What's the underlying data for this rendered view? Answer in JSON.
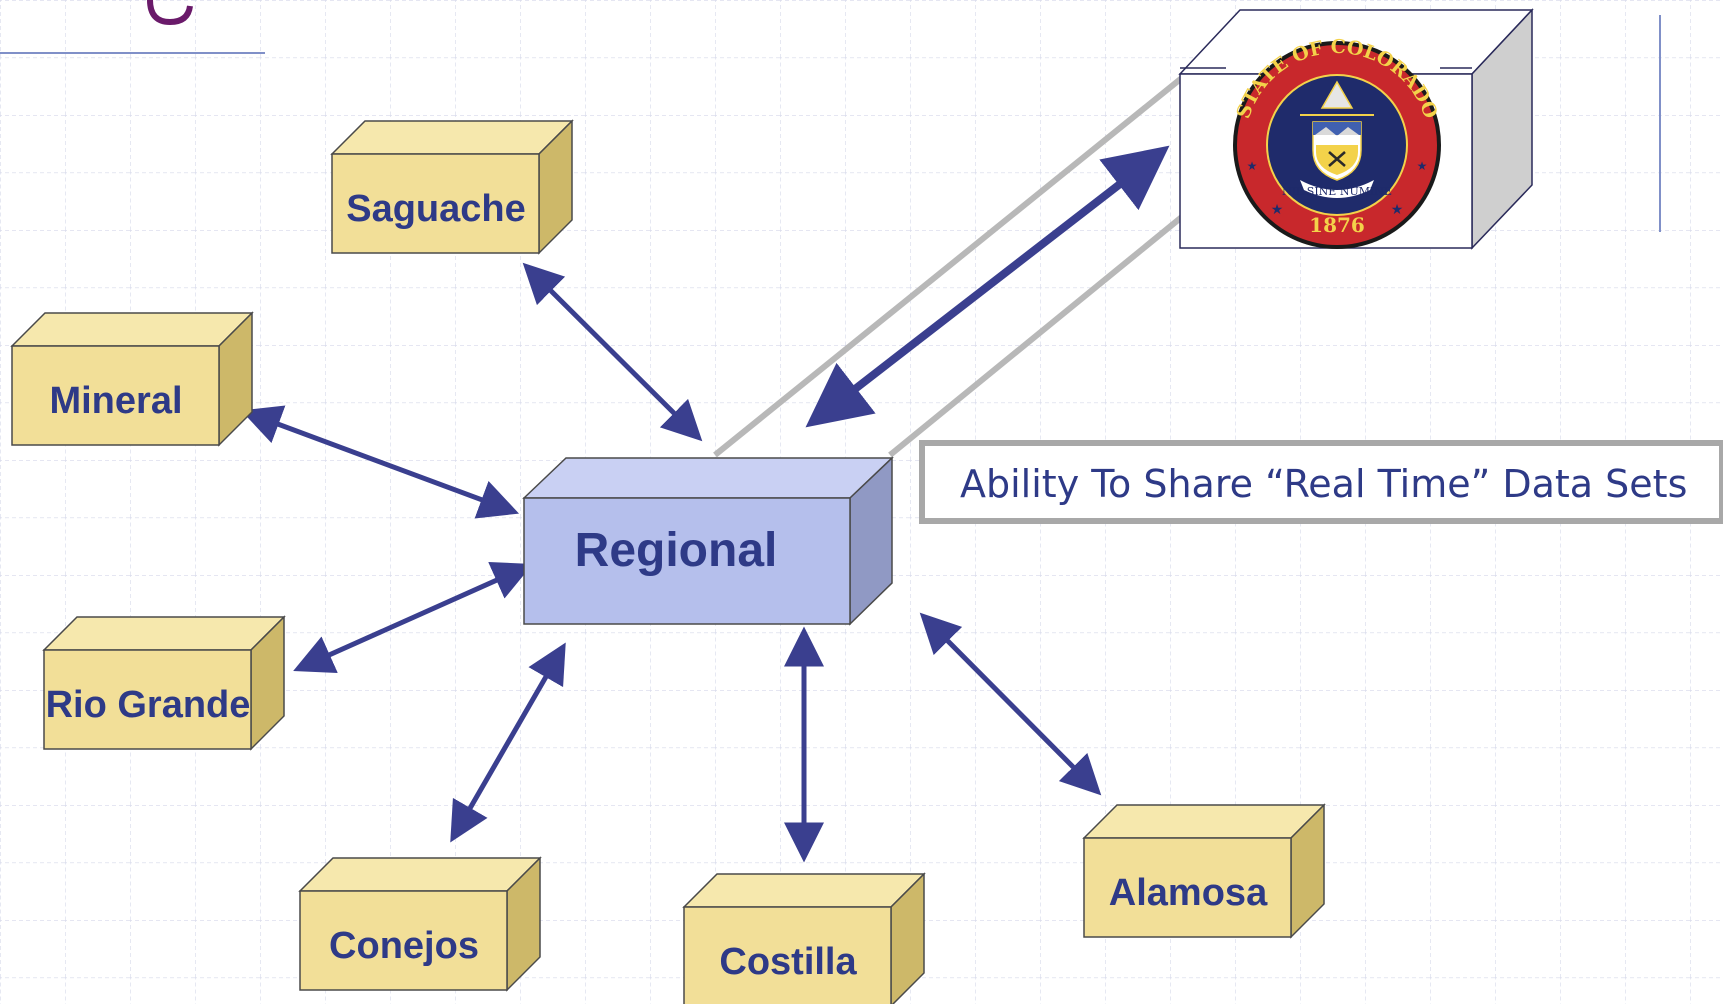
{
  "diagram": {
    "hub": {
      "label": "Regional"
    },
    "counties": [
      {
        "id": "saguache",
        "label": "Saguache"
      },
      {
        "id": "mineral",
        "label": "Mineral"
      },
      {
        "id": "rio-grande",
        "label": "Rio Grande"
      },
      {
        "id": "conejos",
        "label": "Conejos"
      },
      {
        "id": "costilla",
        "label": "Costilla"
      },
      {
        "id": "alamosa",
        "label": "Alamosa"
      }
    ],
    "share_label": "Ability To Share “Real Time” Data Sets",
    "state_seal": {
      "ring_text": "STATE OF COLORADO",
      "year": "1876",
      "motto": "NIL SINE NUMINE"
    },
    "colors": {
      "county_box_front": "#f2df98",
      "county_box_top": "#f6e8ad",
      "county_box_side": "#cdb869",
      "regional_front": "#b5bfec",
      "regional_top": "#c9d0f3",
      "regional_side": "#9099c4",
      "arrow": "#3a3f8f",
      "label_text": "#2e3a87",
      "grid": "#d5d8ea",
      "seal_red": "#c8282c"
    }
  }
}
